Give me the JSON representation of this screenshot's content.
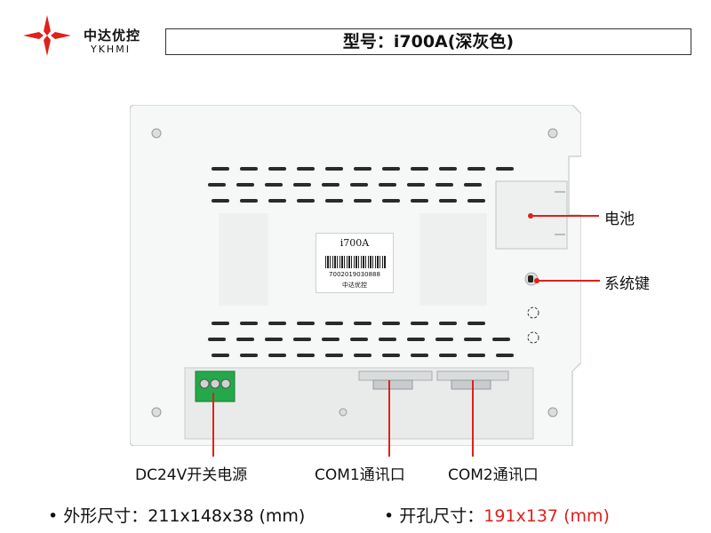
{
  "brand": {
    "name_cn": "中达优控",
    "name_en": "YKHMI"
  },
  "model": {
    "title": "型号：i700A(深灰色)"
  },
  "label": {
    "model": "i700A",
    "serial": "7002019030888",
    "brand": "中达优控"
  },
  "callouts": {
    "battery": "电池",
    "system_key": "系统键",
    "power": "DC24V开关电源",
    "com1": "COM1通讯口",
    "com2": "COM2通讯口"
  },
  "specs": {
    "outer_label": "• 外形尺寸：",
    "outer_value": "211x148x38 (mm)",
    "cutout_label": "• 开孔尺寸：",
    "cutout_value": "191x137 (mm)"
  },
  "colors": {
    "accent_red": "#e0201b",
    "device_body": "#f6f7f7",
    "terminal_green": "#25a84a"
  }
}
